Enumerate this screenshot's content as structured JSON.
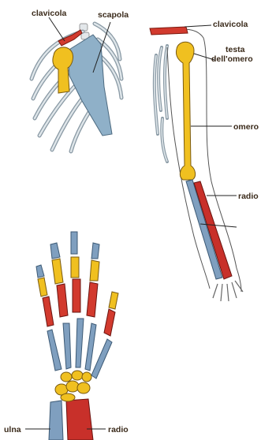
{
  "labels": {
    "shoulder": {
      "clavicola": "clavicola",
      "scapola": "scapola"
    },
    "arm": {
      "clavicola": "clavicola",
      "testa_line1": "testa",
      "testa_line2": "dell'omero",
      "omero": "omero",
      "radio": "radio"
    },
    "hand": {
      "ulna": "ulna",
      "radio": "radio"
    }
  },
  "colors": {
    "clavicle": "#d23a2e",
    "scapula": "#8fb0c8",
    "humerus": "#f0c020",
    "radius": "#c8302a",
    "ulna": "#7f9fbf",
    "carpals": "#f0c020",
    "ribs": "#c9d2d8",
    "outline": "#555555"
  }
}
